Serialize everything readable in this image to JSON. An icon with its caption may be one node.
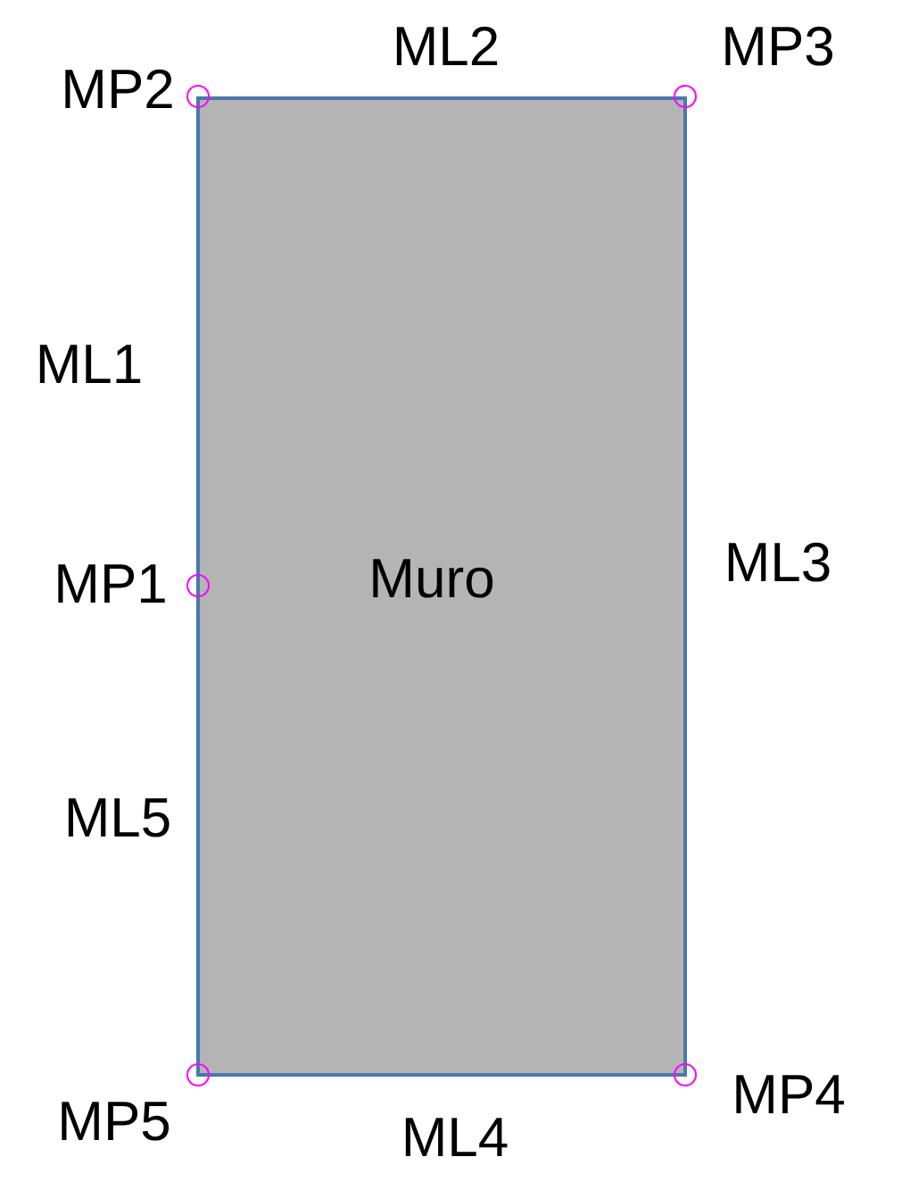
{
  "diagram": {
    "nodes": [
      {
        "text": [
          "Muro"
        ]
      }
    ],
    "labels": [
      "MP2",
      "ML2",
      "MP3",
      "ML1",
      "MP1",
      "ML3",
      "ML5",
      "MP5",
      "MP4",
      "ML4"
    ]
  }
}
